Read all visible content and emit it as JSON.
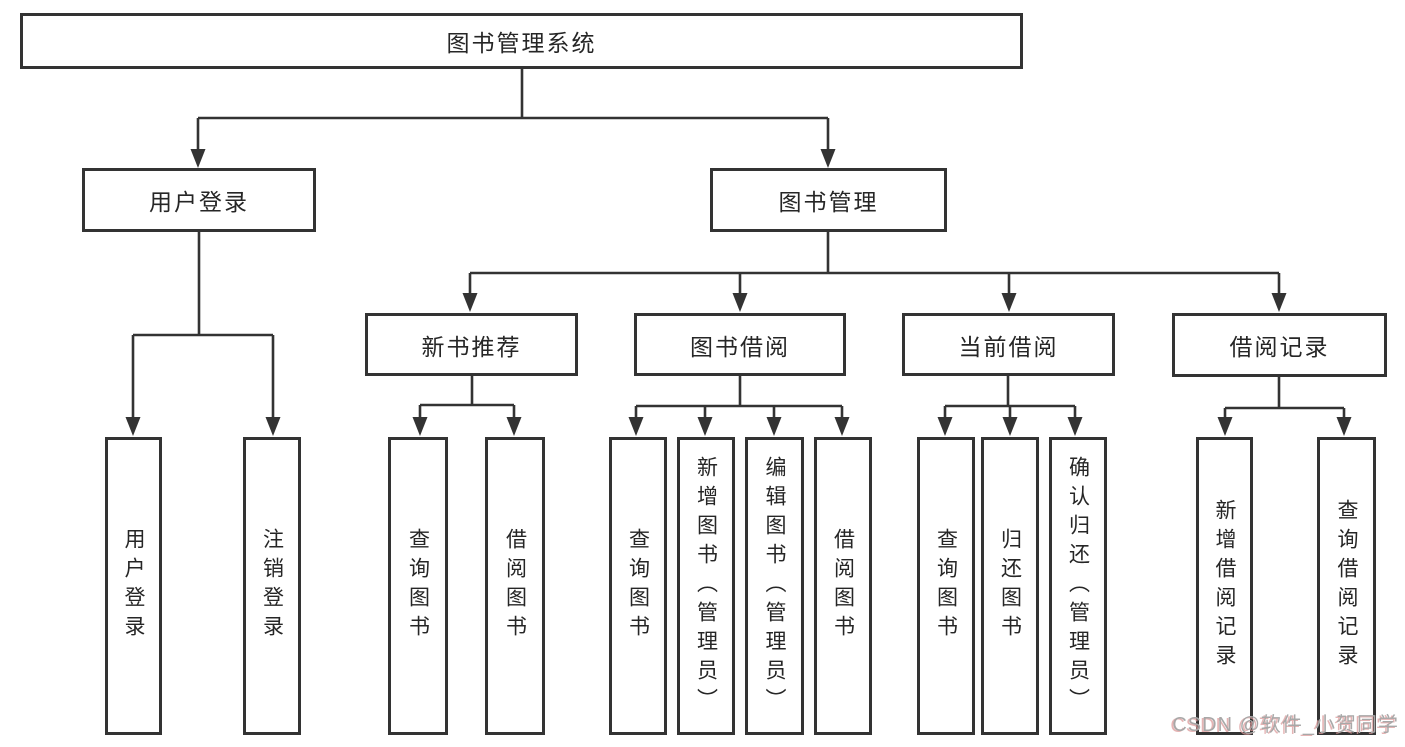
{
  "tree": {
    "root": "图书管理系统",
    "level2": [
      "用户登录",
      "图书管理"
    ],
    "level3": [
      "新书推荐",
      "图书借阅",
      "当前借阅",
      "借阅记录"
    ],
    "leaves": {
      "login": [
        "用户登录",
        "注销登录"
      ],
      "recommend": [
        "查询图书",
        "借阅图书"
      ],
      "borrow": [
        "查询图书",
        "新增图书（管理员）",
        "编辑图书（管理员）",
        "借阅图书"
      ],
      "current": [
        "查询图书",
        "归还图书",
        "确认归还（管理员）"
      ],
      "records": [
        "新增借阅记录",
        "查询借阅记录"
      ]
    }
  },
  "watermark": "CSDN @软件_小贺同学",
  "colors": {
    "line": "#333333",
    "box_border": "#333333",
    "box_fill": "#ffffff",
    "text": "#262626",
    "watermark_gray": "#a8a8a8",
    "watermark_shadow": "#dc9b9b",
    "background": "#ffffff"
  }
}
